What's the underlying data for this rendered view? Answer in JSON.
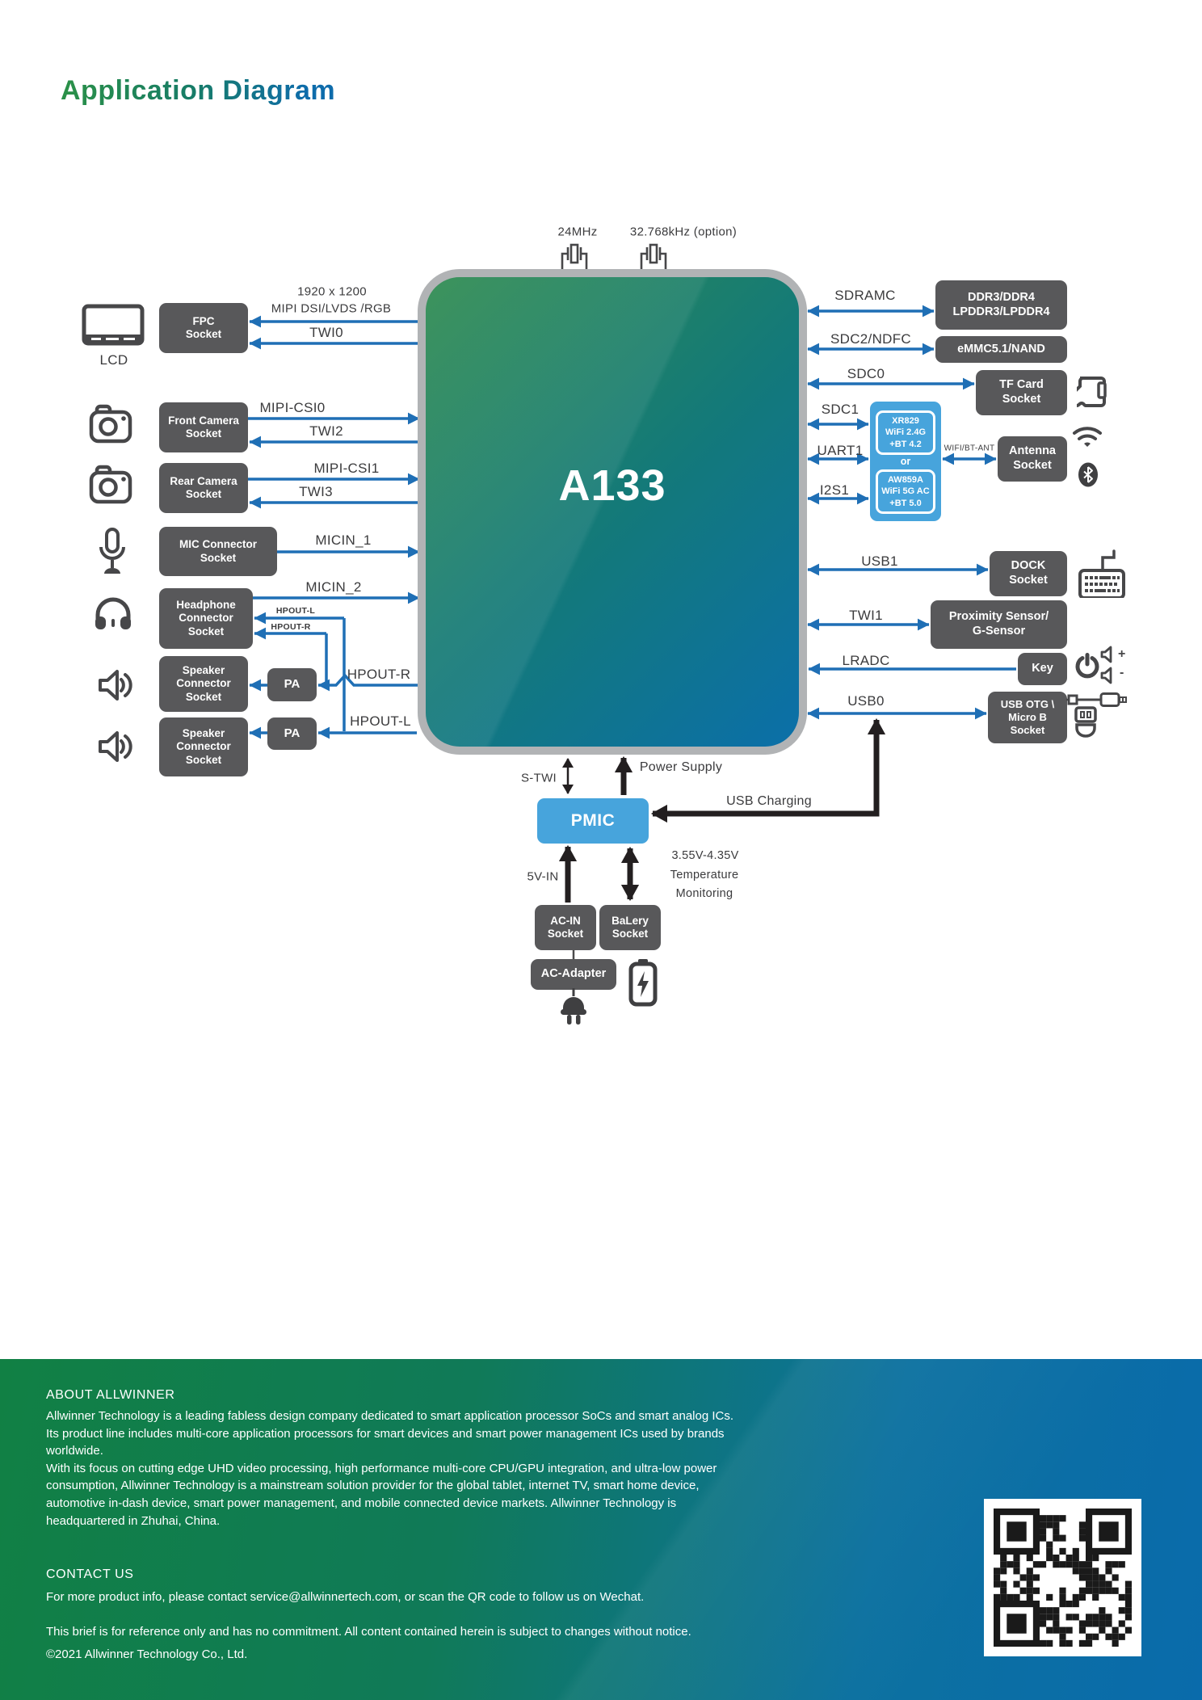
{
  "title": "Application Diagram",
  "chip": {
    "label": "A133"
  },
  "crystals": {
    "c1": "24MHz",
    "c2": "32.768kHz (option)"
  },
  "left": {
    "lcd_label": "LCD",
    "fpc": "FPC\nSocket",
    "front_cam": "Front Camera\nSocket",
    "rear_cam": "Rear Camera\nSocket",
    "mic": "MIC Connector\nSocket",
    "headphone": "Headphone\nConnector\nSocket",
    "speaker1": "Speaker\nConnector\nSocket",
    "speaker2": "Speaker\nConnector\nSocket",
    "pa1": "PA",
    "pa2": "PA"
  },
  "signals": {
    "res": "1920 x 1200",
    "mipi_dsi": "MIPI DSI/LVDS /RGB",
    "twi0": "TWI0",
    "mipi_csi0": "MIPI-CSI0",
    "twi2": "TWI2",
    "mipi_csi1": "MIPI-CSI1",
    "twi3": "TWI3",
    "micin1": "MICIN_1",
    "micin2": "MICIN_2",
    "hpout_l_small": "HPOUT-L",
    "hpout_r_small": "HPOUT-R",
    "hpout_r": "HPOUT-R",
    "hpout_l": "HPOUT-L",
    "sdramc": "SDRAMC",
    "sdc2": "SDC2/NDFC",
    "sdc0": "SDC0",
    "sdc1": "SDC1",
    "uart1": "UART1",
    "i2s1": "I2S1",
    "wifi_bt_ant": "WIFI/BT-ANT",
    "usb1": "USB1",
    "twi1": "TWI1",
    "lradc": "LRADC",
    "usb0": "USB0",
    "stwi": "S-TWI",
    "power_supply": "Power Supply",
    "usb_charging": "USB Charging",
    "v5in": "5V-IN",
    "vrange": "3.55V-4.35V",
    "temperature": "Temperature",
    "monitoring": "Monitoring"
  },
  "right": {
    "ddr": "DDR3/DDR4\nLPDDR3/LPDDR4",
    "emmc": "eMMC5.1/NAND",
    "tf": "TF Card\nSocket",
    "wifi1": "XR829\nWiFi 2.4G\n+BT 4.2",
    "or": "or",
    "wifi2": "AW859A\nWiFi 5G AC\n+BT 5.0",
    "antenna": "Antenna\nSocket",
    "dock": "DOCK\nSocket",
    "proximity": "Proximity Sensor/\nG-Sensor",
    "key": "Key",
    "usb_otg": "USB OTG \\\nMicro B\nSocket"
  },
  "bottom": {
    "pmic": "PMIC",
    "ac_in": "AC-IN\nSocket",
    "battery_socket": "BaLery\nSocket",
    "ac_adapter": "AC-Adapter"
  },
  "icons": {
    "vol_plus": "+",
    "vol_minus": "-"
  },
  "footer": {
    "about_heading": "ABOUT ALLWINNER",
    "about_body": "Allwinner Technology is a leading fabless design company dedicated to smart application processor SoCs and smart analog ICs.\nIts product line includes multi-core application processors for smart devices and smart power management ICs used by brands\nworldwide.\nWith its focus on cutting edge UHD video processing, high performance multi-core CPU/GPU integration, and ultra-low power\nconsumption, Allwinner Technology is a mainstream solution provider for the global tablet, internet TV, smart home device,\nautomotive in-dash device, smart power management, and mobile connected device markets. Allwinner Technology is\nheadquartered in Zhuhai, China.",
    "contact_heading": "CONTACT US",
    "contact_body": "For more product info, please contact service@allwinnertech.com, or scan the QR code to follow us on Wechat.",
    "note": "This brief is for reference only and has no commitment. All content contained herein is subject to changes without notice.",
    "copyright": "©2021 Allwinner Technology Co., Ltd."
  },
  "colors": {
    "wire_blue": "#1f6fb5",
    "box_gray": "#58585a",
    "module_blue": "#47a4dc",
    "accent_green": "#2b9147",
    "accent_blue": "#0e6cab",
    "ink_black": "#231f20"
  }
}
